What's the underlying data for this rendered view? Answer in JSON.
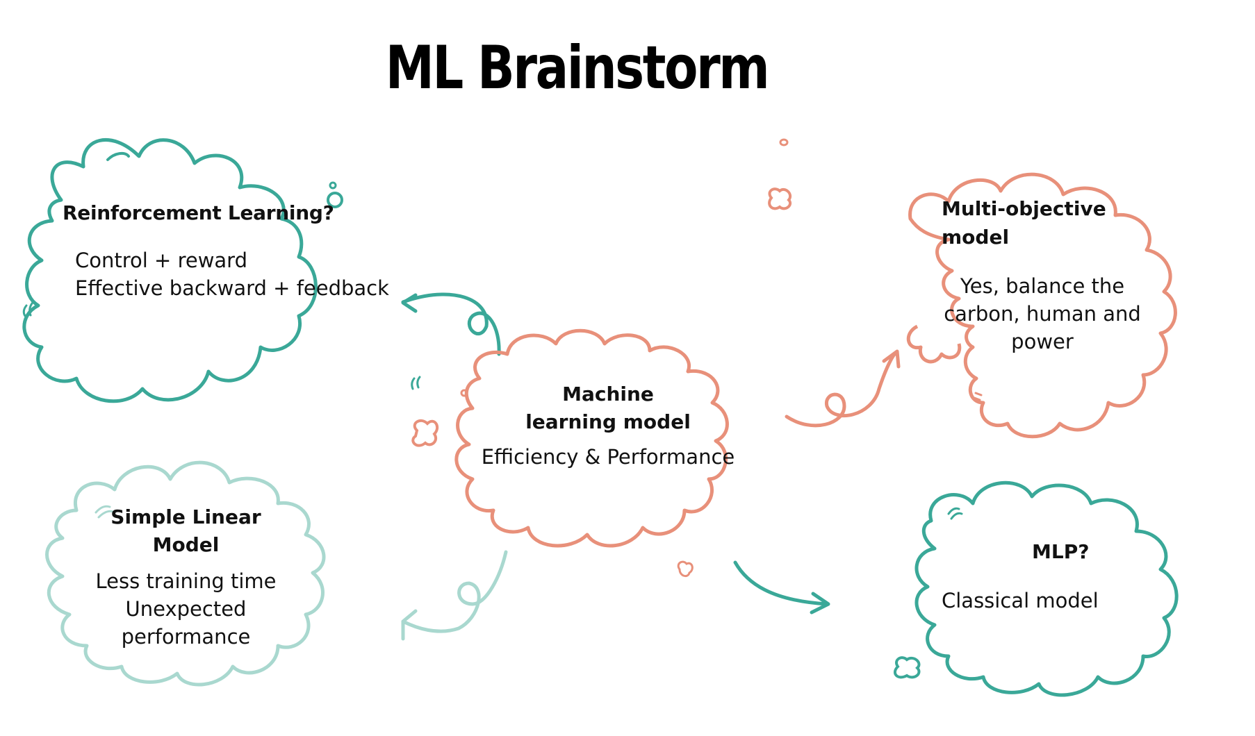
{
  "title": "ML Brainstorm",
  "colors": {
    "teal": "#3aa898",
    "light_teal": "#a9d8cf",
    "salmon": "#e8907a",
    "text": "#111111"
  },
  "nodes": {
    "reinforcement": {
      "heading": "Reinforcement Learning?",
      "lines": [
        "Control + reward",
        "Effective backward + feedback"
      ]
    },
    "machine_learning": {
      "heading_lines": [
        "Machine",
        "learning model"
      ],
      "subtitle": "Efficiency & Performance"
    },
    "multi_objective": {
      "heading_lines": [
        "Multi-objective",
        "model"
      ],
      "lines": [
        "Yes, balance the",
        "carbon, human and",
        "power"
      ]
    },
    "simple_linear": {
      "heading_lines": [
        "Simple Linear",
        "Model"
      ],
      "lines": [
        "Less training time",
        "Unexpected",
        "performance"
      ]
    },
    "mlp": {
      "heading": "MLP?",
      "lines": [
        "Classical model"
      ]
    }
  },
  "icons": [
    "cloud-shape",
    "curly-arrow",
    "doodle-bubble",
    "sketch-tick"
  ]
}
